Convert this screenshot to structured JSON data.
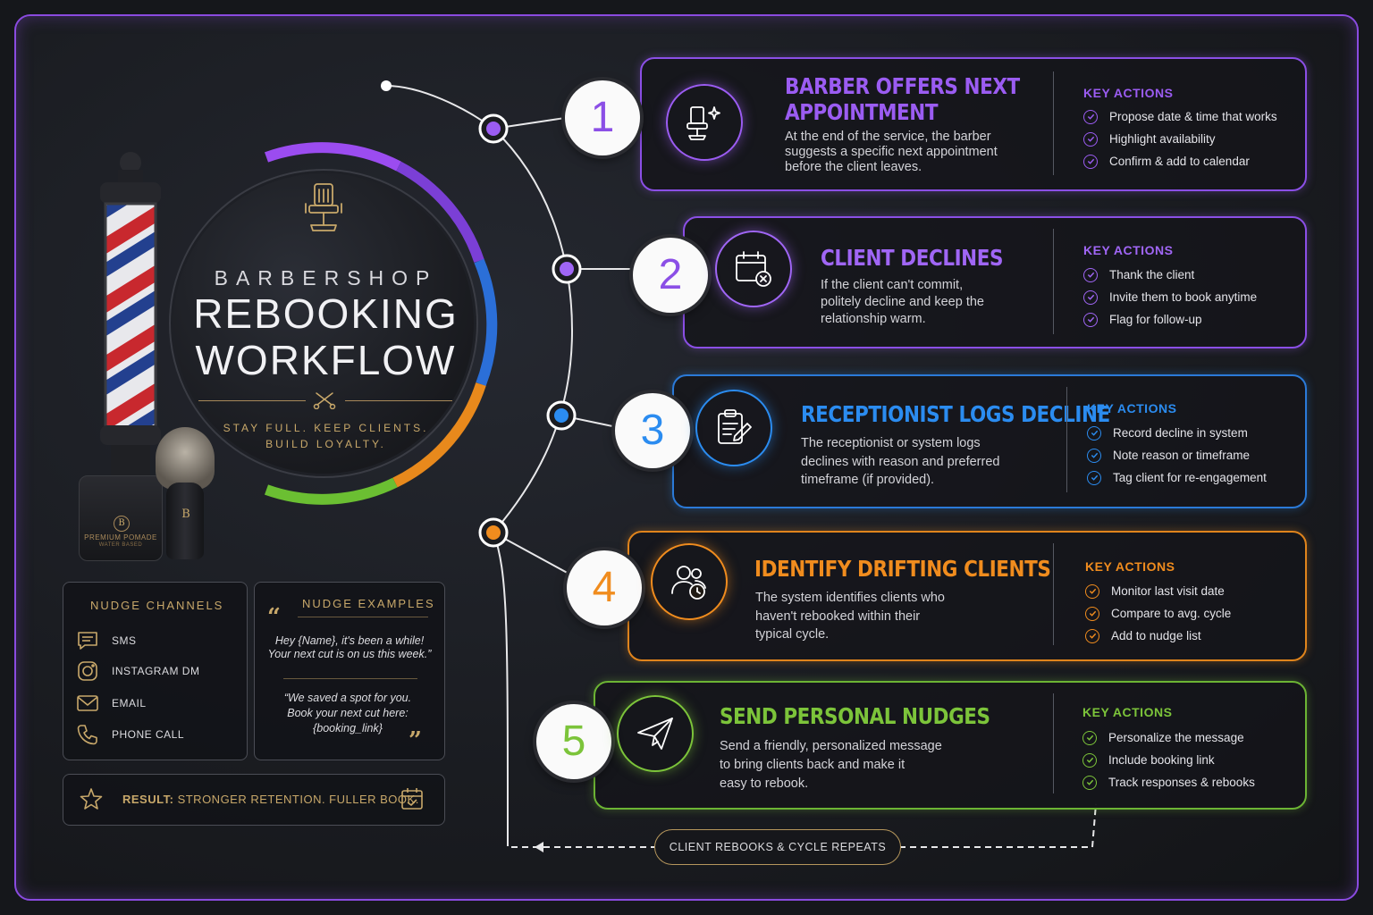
{
  "hero": {
    "title_line1": "BARBERSHOP",
    "title_line2": "REBOOKING",
    "title_line3": "WORKFLOW",
    "tagline_line1": "STAY FULL. KEEP CLIENTS.",
    "tagline_line2": "BUILD LOYALTY."
  },
  "props": {
    "pomade_label_1": "PREMIUM POMADE",
    "pomade_label_2": "WATER BASED",
    "pomade_brand": "B",
    "brush_brand": "B"
  },
  "colors": {
    "step1": "#9b5cf2",
    "step2": "#a066f5",
    "step3": "#2b8cf0",
    "step4": "#f08c1e",
    "step5": "#7cc43a",
    "gold": "#c8a86a",
    "frame": "#8a4be0"
  },
  "steps": [
    {
      "number": "1",
      "icon": "barber-chair-sparkle-icon",
      "title_line1": "BARBER OFFERS NEXT",
      "title_line2": "APPOINTMENT",
      "desc_lines": [
        "At the end of the service, the barber",
        "suggests a specific next appointment",
        "before the client leaves."
      ],
      "key_actions_label": "KEY ACTIONS",
      "actions": [
        "Propose date & time that works",
        "Highlight availability",
        "Confirm & add to calendar"
      ]
    },
    {
      "number": "2",
      "icon": "calendar-cancel-icon",
      "title_line1": "CLIENT DECLINES",
      "title_line2": "",
      "desc_lines": [
        "If the client can't commit,",
        "politely decline and keep the",
        "relationship warm."
      ],
      "key_actions_label": "KEY ACTIONS",
      "actions": [
        "Thank the client",
        "Invite them to book anytime",
        "Flag for follow-up"
      ]
    },
    {
      "number": "3",
      "icon": "clipboard-pencil-icon",
      "title_line1": "RECEPTIONIST LOGS DECLINE",
      "title_line2": "",
      "desc_lines": [
        "The receptionist or system logs",
        "declines with reason and preferred",
        "timeframe (if provided)."
      ],
      "key_actions_label": "KEY ACTIONS",
      "actions": [
        "Record decline in system",
        "Note reason or timeframe",
        "Tag client for re-engagement"
      ]
    },
    {
      "number": "4",
      "icon": "users-clock-icon",
      "title_line1": "IDENTIFY DRIFTING CLIENTS",
      "title_line2": "",
      "desc_lines": [
        "The system identifies clients who",
        "haven't rebooked within their",
        "typical cycle."
      ],
      "key_actions_label": "KEY ACTIONS",
      "actions": [
        "Monitor last visit date",
        "Compare to avg. cycle",
        "Add to nudge list"
      ]
    },
    {
      "number": "5",
      "icon": "paper-plane-icon",
      "title_line1": "SEND PERSONAL NUDGES",
      "title_line2": "",
      "desc_lines": [
        "Send a friendly, personalized message",
        "to bring clients back and make it",
        "easy to rebook."
      ],
      "key_actions_label": "KEY ACTIONS",
      "actions": [
        "Personalize the message",
        "Include booking link",
        "Track responses & rebooks"
      ]
    }
  ],
  "channels": {
    "heading": "NUDGE CHANNELS",
    "items": [
      {
        "label": "SMS",
        "icon": "chat-bubble-icon"
      },
      {
        "label": "INSTAGRAM DM",
        "icon": "instagram-icon"
      },
      {
        "label": "EMAIL",
        "icon": "envelope-icon"
      },
      {
        "label": "PHONE CALL",
        "icon": "phone-icon"
      }
    ]
  },
  "examples": {
    "heading": "NUDGE EXAMPLES",
    "quote1_line1": "Hey {Name}, it's been a while!",
    "quote1_line2": "Your next cut is on us this week.”",
    "quote2_line1": "“We saved a spot for you.",
    "quote2_line2": "Book your next cut here:",
    "quote2_line3": "{booking_link}"
  },
  "result": {
    "label": "RESULT:",
    "text": "STRONGER RETENTION. FULLER BOOK."
  },
  "loop": {
    "label": "CLIENT REBOOKS & CYCLE REPEATS"
  }
}
